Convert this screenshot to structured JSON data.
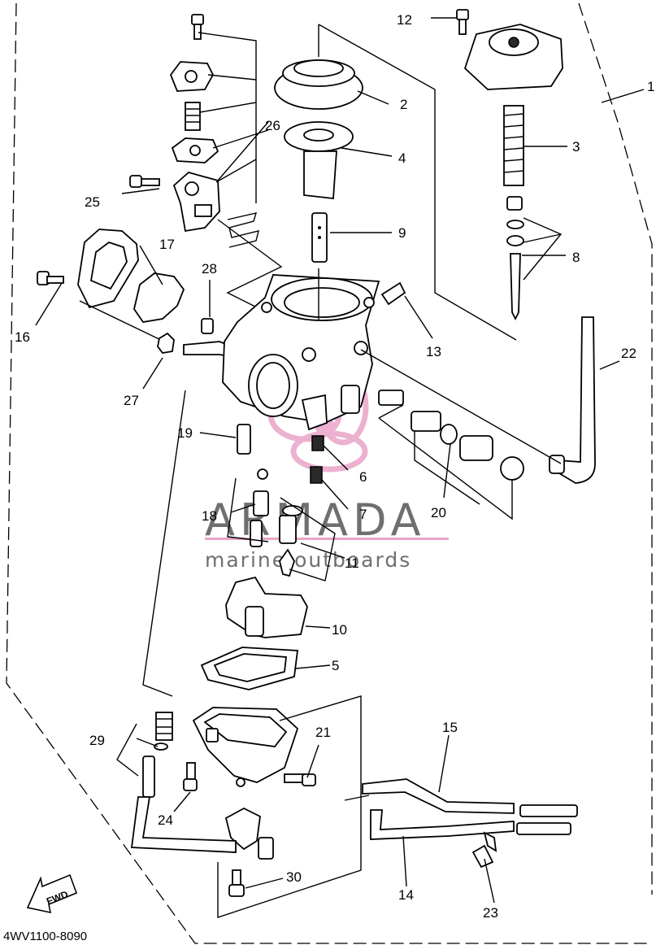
{
  "diagram": {
    "catalog_code": "4WV1100-8090",
    "fwd_label": "FWD",
    "watermark": {
      "brand": "ARMADA",
      "tagline": "marine outboards",
      "pink": "#e9a4c8",
      "gray": "#6f6f6f"
    },
    "callouts": [
      "1",
      "2",
      "3",
      "4",
      "5",
      "6",
      "7",
      "8",
      "9",
      "10",
      "11",
      "12",
      "13",
      "14",
      "15",
      "16",
      "17",
      "18",
      "19",
      "20",
      "21",
      "22",
      "23",
      "24",
      "25",
      "26",
      "27",
      "28",
      "29",
      "30"
    ]
  }
}
